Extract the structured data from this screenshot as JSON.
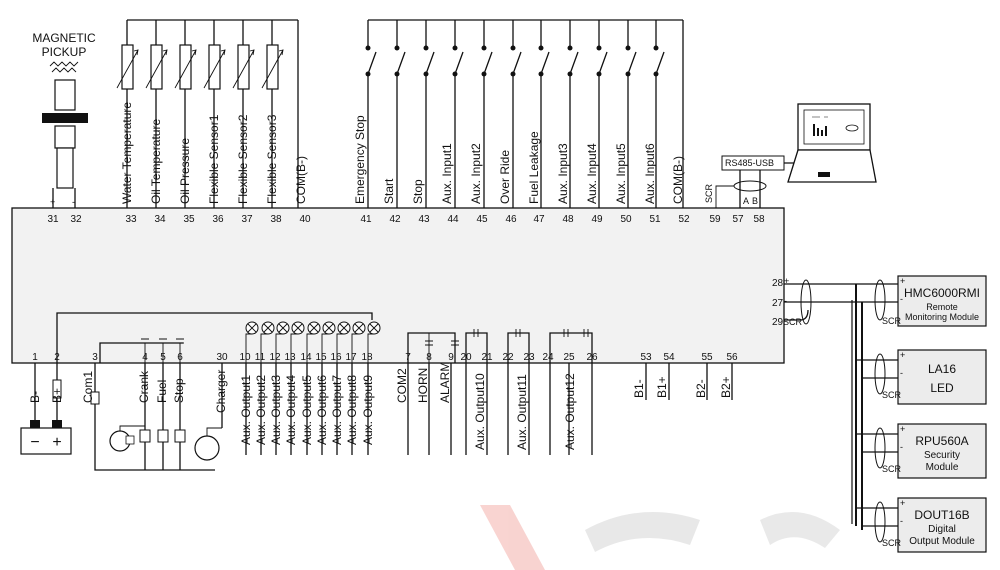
{
  "pickup": {
    "line1": "MAGNETIC",
    "line2": "PICKUP",
    "plus": "+",
    "minus": "-"
  },
  "top_terminals": [
    {
      "num": "31",
      "label": ""
    },
    {
      "num": "32",
      "label": ""
    },
    {
      "num": "33",
      "label": "Water Temperature"
    },
    {
      "num": "34",
      "label": "Oil Temperature"
    },
    {
      "num": "35",
      "label": "Oil Pressure"
    },
    {
      "num": "36",
      "label": "Flexible Sensor1"
    },
    {
      "num": "37",
      "label": "Flexible Sensor2"
    },
    {
      "num": "38",
      "label": "Flexible Sensor3"
    },
    {
      "num": "40",
      "label": "COM(B-)"
    },
    {
      "num": "41",
      "label": "Emergency  Stop"
    },
    {
      "num": "42",
      "label": "Start"
    },
    {
      "num": "43",
      "label": "Stop"
    },
    {
      "num": "44",
      "label": "Aux. Input1"
    },
    {
      "num": "45",
      "label": "Aux. Input2"
    },
    {
      "num": "46",
      "label": "Over Ride"
    },
    {
      "num": "47",
      "label": "Fuel Leakage"
    },
    {
      "num": "48",
      "label": "Aux. Input3"
    },
    {
      "num": "49",
      "label": "Aux. Input4"
    },
    {
      "num": "50",
      "label": "Aux. Input5"
    },
    {
      "num": "51",
      "label": "Aux. Input6"
    },
    {
      "num": "52",
      "label": "COM(B-)"
    },
    {
      "num": "59",
      "label": ""
    },
    {
      "num": "57",
      "label": ""
    },
    {
      "num": "58",
      "label": ""
    }
  ],
  "usb": {
    "adapter": "RS485-USB",
    "scr": "SCR",
    "a": "A",
    "b": "B"
  },
  "bottom_terminals": [
    {
      "num": "1",
      "label": "B-"
    },
    {
      "num": "2",
      "label": "B+"
    },
    {
      "num": "3",
      "label": "Com1"
    },
    {
      "num": "4",
      "label": "Crank"
    },
    {
      "num": "5",
      "label": "Fuel"
    },
    {
      "num": "6",
      "label": "Stop"
    },
    {
      "num": "30",
      "label": "Charger"
    },
    {
      "num": "10",
      "label": "Aux. Output1"
    },
    {
      "num": "11",
      "label": "Aux. Output2"
    },
    {
      "num": "12",
      "label": "Aux. Output3"
    },
    {
      "num": "13",
      "label": "Aux. Output4"
    },
    {
      "num": "14",
      "label": "Aux. Output5"
    },
    {
      "num": "15",
      "label": "Aux. Output6"
    },
    {
      "num": "16",
      "label": "Aux. Output7"
    },
    {
      "num": "17",
      "label": "Aux. Output8"
    },
    {
      "num": "18",
      "label": "Aux. Output9"
    },
    {
      "num": "7",
      "label": "COM2"
    },
    {
      "num": "8",
      "label": "HORN"
    },
    {
      "num": "9",
      "label": "ALARM"
    },
    {
      "num": "20",
      "label": ""
    },
    {
      "num": "21",
      "label": "Aux. Output10"
    },
    {
      "num": "22",
      "label": ""
    },
    {
      "num": "23",
      "label": "Aux. Output11"
    },
    {
      "num": "24",
      "label": ""
    },
    {
      "num": "25",
      "label": "Aux. Output12"
    },
    {
      "num": "26",
      "label": ""
    },
    {
      "num": "53",
      "label": "B1-"
    },
    {
      "num": "54",
      "label": "B1+"
    },
    {
      "num": "55",
      "label": "B2-"
    },
    {
      "num": "56",
      "label": "B2+"
    }
  ],
  "right_terminals": [
    {
      "num": "28",
      "label": "+"
    },
    {
      "num": "27",
      "label": "-"
    },
    {
      "num": "29",
      "label": "SCR"
    }
  ],
  "battery": {
    "minus": "−",
    "plus": "+"
  },
  "modules": [
    {
      "title": "HMC6000RMI",
      "sub1": "Remote",
      "sub2": "Monitoring Module"
    },
    {
      "title": "LA16",
      "sub1": "LED",
      "sub2": ""
    },
    {
      "title": "RPU560A",
      "sub1": "Security",
      "sub2": "Module"
    },
    {
      "title": "DOUT16B",
      "sub1": "Digital",
      "sub2": "Output Module"
    }
  ],
  "module_pins": {
    "plus": "+",
    "minus": "-",
    "scr": "SCR"
  }
}
